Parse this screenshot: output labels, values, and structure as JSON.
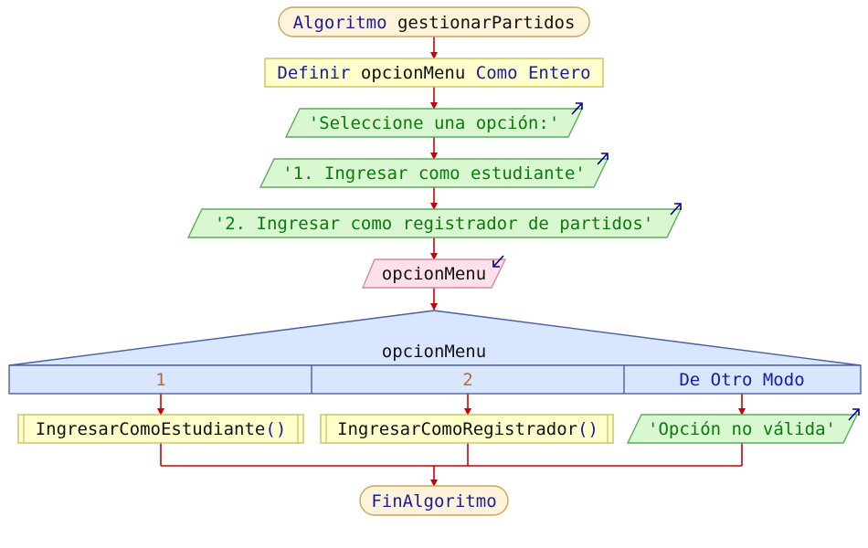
{
  "start": {
    "keyword": "Algoritmo",
    "name": "gestionarPartidos"
  },
  "define": {
    "keyword": "Definir",
    "variable": "opcionMenu",
    "keyword2": "Como",
    "type": "Entero"
  },
  "outputs": [
    "'Seleccione una opción:'",
    "'1. Ingresar como estudiante'",
    "'2. Ingresar como registrador de partidos'"
  ],
  "input": {
    "variable": "opcionMenu"
  },
  "switch": {
    "variable": "opcionMenu",
    "cases": [
      {
        "label": "1",
        "action": "IngresarComoEstudiante",
        "parens": "()"
      },
      {
        "label": "2",
        "action": "IngresarComoRegistrador",
        "parens": "()"
      }
    ],
    "default": {
      "label": "De Otro Modo",
      "output": "'Opción no válida'"
    }
  },
  "end": {
    "label": "FinAlgoritmo"
  },
  "colors": {
    "terminal_fill": "#fff3d9",
    "terminal_stroke": "#c9a45a",
    "process_fill": "#ffffcc",
    "process_stroke": "#c9c060",
    "output_fill": "#d9f7d0",
    "output_stroke": "#5faa5f",
    "input_fill": "#fde0ea",
    "input_stroke": "#d08aa0",
    "switch_fill": "#d9e6ff",
    "switch_stroke": "#4a5fa0",
    "arrow": "#cc0000",
    "io_arrow": "#000080"
  }
}
